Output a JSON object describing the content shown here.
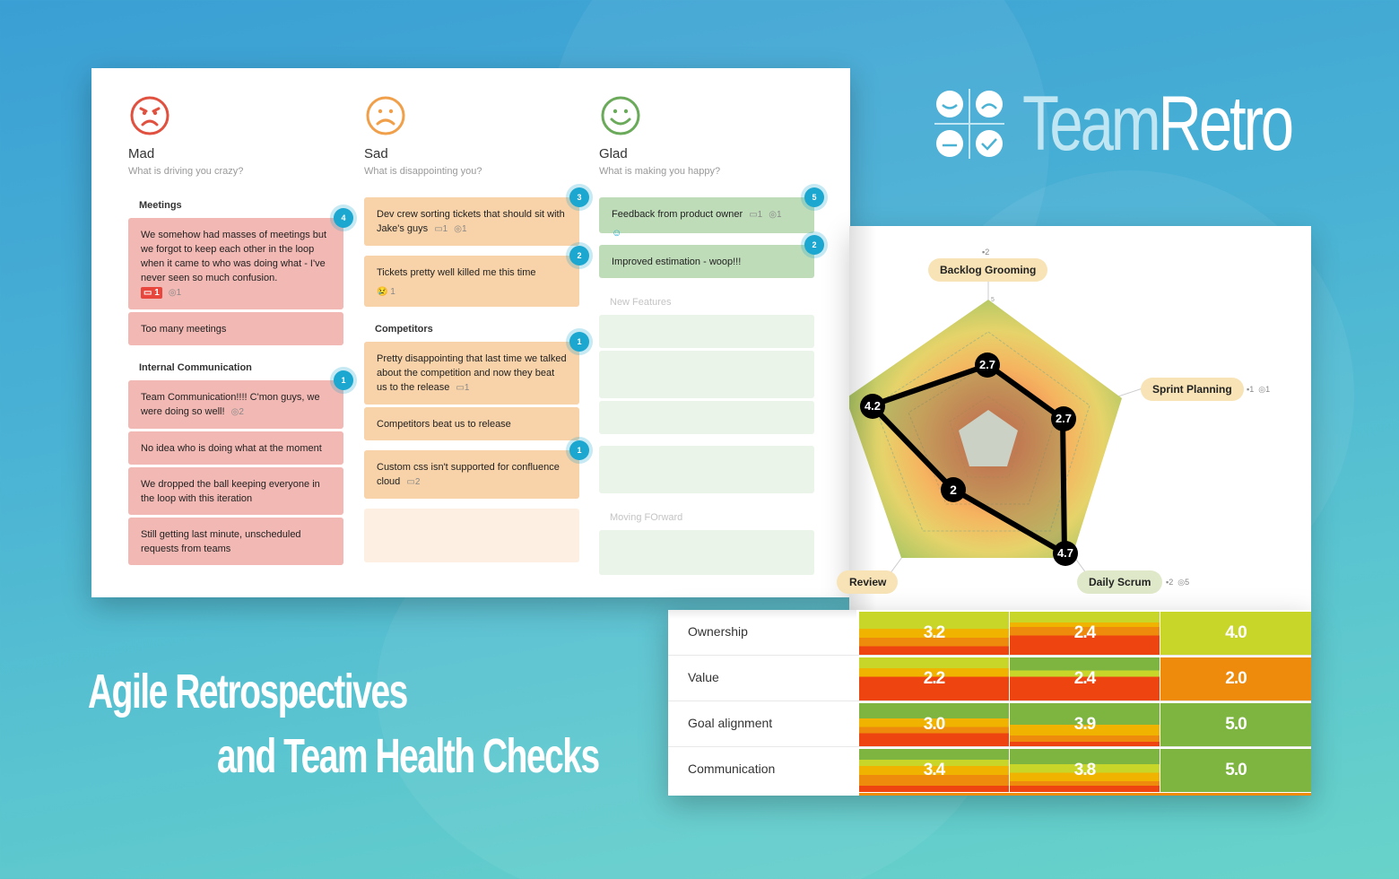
{
  "brand": {
    "name_part1": "Team",
    "name_part2": "Retro",
    "tagline_line1": "Agile Retrospectives",
    "tagline_line2": "and Team Health Checks",
    "colors": {
      "bg_top": "#3a9fd4",
      "bg_bottom": "#68d3c9",
      "logo_light": "#bfe6f2"
    }
  },
  "retro_board": {
    "columns": [
      {
        "id": "mad",
        "title": "Mad",
        "subtitle": "What is driving you crazy?",
        "icon": "angry-face-icon",
        "color": "#e0513f",
        "groups": [
          {
            "title": "Meetings",
            "cards": [
              {
                "text": "We somehow had masses of meetings but we forgot to keep each other in the loop when it came to who was doing what - I've never seen so much confusion.",
                "comments": "1",
                "votes_check": "1",
                "vote_badge": "4"
              },
              {
                "text": "Too many meetings"
              }
            ]
          },
          {
            "title": "Internal Communication",
            "cards": [
              {
                "text": "Team Communication!!!! C'mon guys, we were doing so well!",
                "votes_check": "2",
                "vote_badge": "1"
              },
              {
                "text": "No idea who is doing what at the moment"
              },
              {
                "text": "We dropped the ball keeping everyone in the loop with this iteration"
              },
              {
                "text": "Still getting last minute, unscheduled requests from teams"
              }
            ]
          }
        ]
      },
      {
        "id": "sad",
        "title": "Sad",
        "subtitle": "What is disappointing you?",
        "icon": "sad-face-icon",
        "color": "#f0a04b",
        "groups": [
          {
            "title": "",
            "cards": [
              {
                "text": "Dev crew sorting tickets that should sit with Jake's guys",
                "comments": "1",
                "votes_check": "1",
                "vote_badge": "3"
              },
              {
                "text": "Tickets pretty well killed me this time",
                "reaction": "1",
                "vote_badge": "2"
              }
            ]
          },
          {
            "title": "Competitors",
            "cards": [
              {
                "text": "Pretty disappointing that last time we talked about the competition and now they beat us to the release",
                "comments": "1",
                "vote_badge": "1"
              },
              {
                "text": "Competitors beat us to release"
              }
            ]
          },
          {
            "title": "",
            "cards": [
              {
                "text": "Custom css isn't supported for confluence cloud",
                "comments": "2",
                "vote_badge": "1"
              }
            ]
          }
        ]
      },
      {
        "id": "glad",
        "title": "Glad",
        "subtitle": "What is making you happy?",
        "icon": "happy-face-icon",
        "color": "#6aaa5a",
        "groups": [
          {
            "title": "",
            "cards": [
              {
                "text": "Feedback from product owner",
                "comments": "1",
                "votes_check": "1",
                "vote_badge": "5"
              },
              {
                "text": "Improved estimation - woop!!!",
                "vote_badge": "2"
              }
            ]
          },
          {
            "title": "New Features",
            "cards": []
          },
          {
            "title": "Moving FOrward",
            "cards": []
          }
        ]
      }
    ]
  },
  "radar": {
    "axes": [
      {
        "label": "Backlog Grooming",
        "value": "2.7",
        "comments": "2"
      },
      {
        "label": "Sprint Planning",
        "value": "2.7",
        "comments": "1",
        "votes": "1"
      },
      {
        "label": "Daily Scrum",
        "value": "4.7",
        "comments": "2",
        "votes": "5"
      },
      {
        "label": "Review",
        "value": "2"
      },
      {
        "label": "",
        "value": "4.2"
      }
    ],
    "scale_ticks": [
      "1",
      "2",
      "3",
      "4",
      "5"
    ]
  },
  "health_table": {
    "rows": [
      {
        "label": "Ownership",
        "values": [
          "3.2",
          "2.4",
          "4.0"
        ]
      },
      {
        "label": "Value",
        "values": [
          "2.2",
          "2.4",
          "2.0"
        ]
      },
      {
        "label": "Goal alignment",
        "values": [
          "3.0",
          "3.9",
          "5.0"
        ]
      },
      {
        "label": "Communication",
        "values": [
          "3.4",
          "3.8",
          "5.0"
        ]
      }
    ],
    "colors": {
      "green": "#7db540",
      "lime": "#c8d62a",
      "yellow": "#f0b400",
      "orange": "#ee8a0c",
      "red": "#ee4510"
    }
  }
}
